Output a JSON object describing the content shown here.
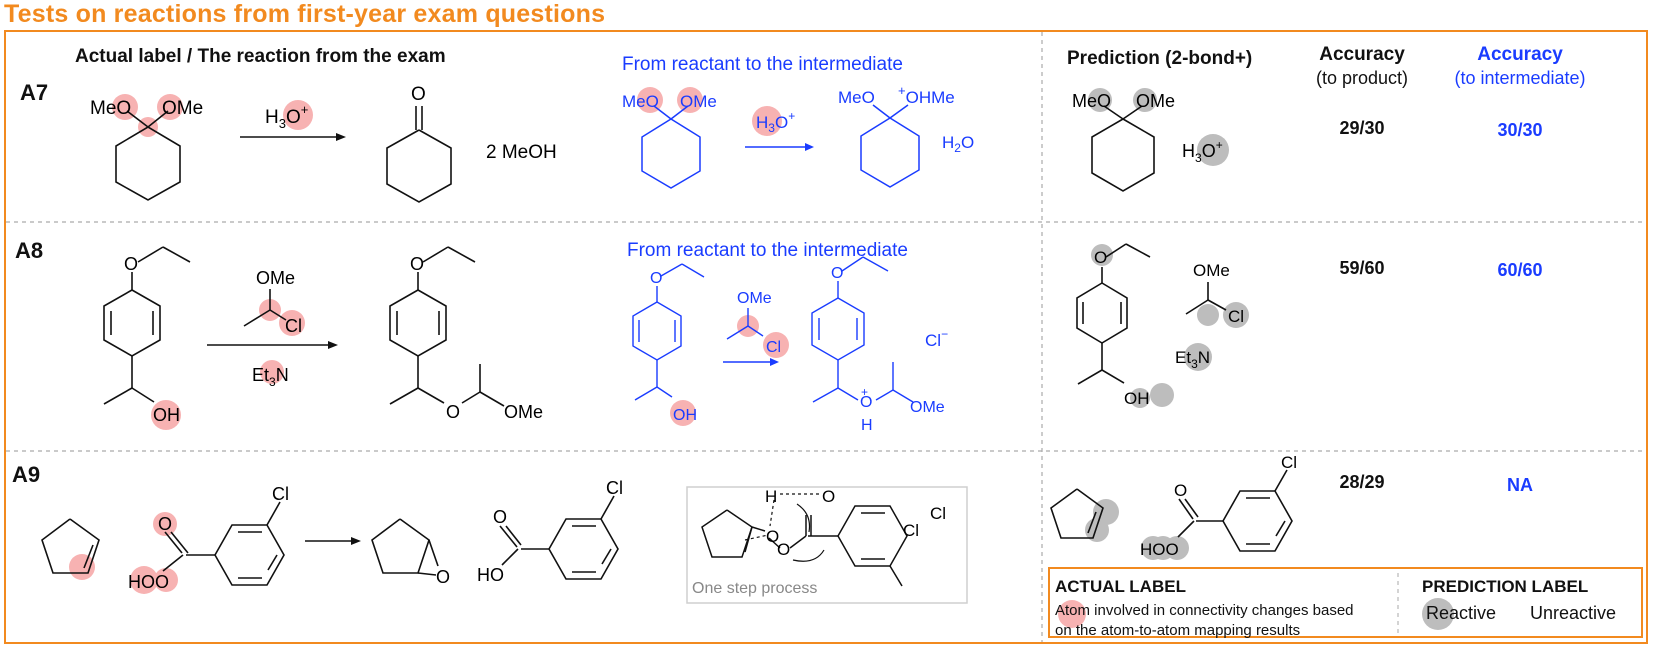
{
  "title": "Tests on reactions from first-year exam questions",
  "headers": {
    "actual": "Actual label / The reaction from the exam",
    "prediction": "Prediction (2-bond+)",
    "acc_product_title": "Accuracy",
    "acc_product_sub": "(to product)",
    "acc_inter_title": "Accuracy",
    "acc_inter_sub": "(to intermediate)"
  },
  "rows": [
    {
      "id": "A7",
      "acc_product": "29/30",
      "acc_intermediate": "30/30",
      "intermediate_title": "From reactant to the intermediate"
    },
    {
      "id": "A8",
      "acc_product": "59/60",
      "acc_intermediate": "60/60",
      "intermediate_title": "From reactant to the intermediate"
    },
    {
      "id": "A9",
      "acc_product": "28/29",
      "acc_intermediate": "NA",
      "note": "One step process"
    }
  ],
  "legend": {
    "actual_title": "ACTUAL LABEL",
    "actual_text_line1": "Atom involved in connectivity changes based",
    "actual_text_line2": "on the atom-to-atom mapping results",
    "prediction_title": "PREDICTION LABEL",
    "reactive": "Reactive",
    "unreactive": "Unreactive"
  },
  "colors": {
    "orange": "#f28a1f",
    "blue": "#1a3cff",
    "pink": "#f7b2b2",
    "gray": "#bdbdbd"
  }
}
